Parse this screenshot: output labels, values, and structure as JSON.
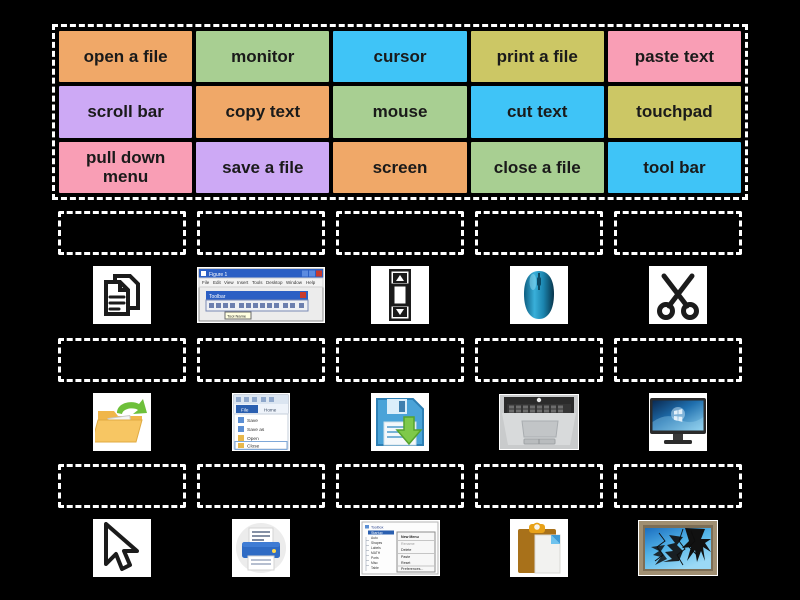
{
  "activity": {
    "type": "match-up drag and drop",
    "colors": {
      "orange": "#F0A868",
      "green": "#A8CF92",
      "blue": "#3FC4F7",
      "khaki": "#CCC765",
      "pink": "#F99EB5",
      "purple": "#CDA9F5",
      "background": "#000000",
      "outline": "#FFFFFF"
    }
  },
  "word_bank": {
    "rows": [
      [
        {
          "label": "open a file",
          "color": "#F0A868"
        },
        {
          "label": "monitor",
          "color": "#A8CF92"
        },
        {
          "label": "cursor",
          "color": "#3FC4F7"
        },
        {
          "label": "print a file",
          "color": "#CCC765"
        },
        {
          "label": "paste text",
          "color": "#F99EB5"
        }
      ],
      [
        {
          "label": "scroll bar",
          "color": "#CDA9F5"
        },
        {
          "label": "copy text",
          "color": "#F0A868"
        },
        {
          "label": "mouse",
          "color": "#A8CF92"
        },
        {
          "label": "cut text",
          "color": "#3FC4F7"
        },
        {
          "label": "touchpad",
          "color": "#CCC765"
        }
      ],
      [
        {
          "label": "pull down menu",
          "color": "#F99EB5"
        },
        {
          "label": "save a file",
          "color": "#CDA9F5"
        },
        {
          "label": "screen",
          "color": "#F0A868"
        },
        {
          "label": "close a file",
          "color": "#A8CF92"
        },
        {
          "label": "tool bar",
          "color": "#3FC4F7"
        }
      ]
    ]
  },
  "answer_area": {
    "rows": [
      [
        {
          "icon": "documents-icon",
          "answer": ""
        },
        {
          "icon": "toolbar-window-icon",
          "answer": ""
        },
        {
          "icon": "scrollbar-icon",
          "answer": ""
        },
        {
          "icon": "computer-mouse-icon",
          "answer": ""
        },
        {
          "icon": "scissors-icon",
          "answer": ""
        }
      ],
      [
        {
          "icon": "open-folder-icon",
          "answer": ""
        },
        {
          "icon": "file-menu-icon",
          "answer": ""
        },
        {
          "icon": "floppy-save-icon",
          "answer": ""
        },
        {
          "icon": "laptop-touchpad-icon",
          "answer": ""
        },
        {
          "icon": "monitor-icon",
          "answer": ""
        }
      ],
      [
        {
          "icon": "mouse-pointer-icon",
          "answer": ""
        },
        {
          "icon": "printer-icon",
          "answer": ""
        },
        {
          "icon": "context-menu-icon",
          "answer": ""
        },
        {
          "icon": "clipboard-paste-icon",
          "answer": ""
        },
        {
          "icon": "broken-screen-icon",
          "answer": ""
        }
      ]
    ]
  }
}
